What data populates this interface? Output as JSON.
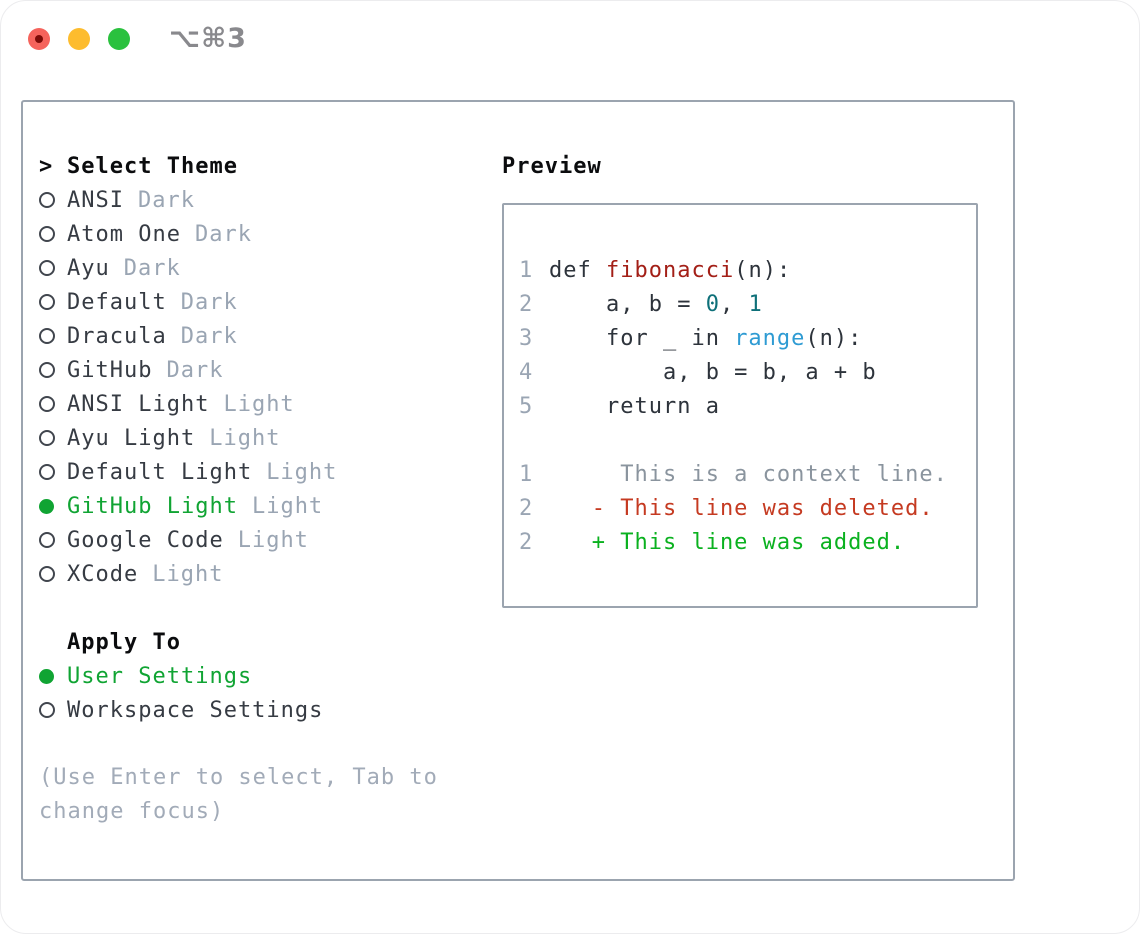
{
  "titlebar": {
    "shortcut_label": "⌥⌘3"
  },
  "theme_picker": {
    "title_prefix": ">",
    "title": "Select Theme",
    "themes": [
      {
        "name": "ANSI",
        "variant": "Dark",
        "selected": false
      },
      {
        "name": "Atom One",
        "variant": "Dark",
        "selected": false
      },
      {
        "name": "Ayu",
        "variant": "Dark",
        "selected": false
      },
      {
        "name": "Default",
        "variant": "Dark",
        "selected": false
      },
      {
        "name": "Dracula",
        "variant": "Dark",
        "selected": false
      },
      {
        "name": "GitHub",
        "variant": "Dark",
        "selected": false
      },
      {
        "name": "ANSI Light",
        "variant": "Light",
        "selected": false
      },
      {
        "name": "Ayu Light",
        "variant": "Light",
        "selected": false
      },
      {
        "name": "Default Light",
        "variant": "Light",
        "selected": false
      },
      {
        "name": "GitHub Light",
        "variant": "Light",
        "selected": true
      },
      {
        "name": "Google Code",
        "variant": "Light",
        "selected": false
      },
      {
        "name": "XCode",
        "variant": "Light",
        "selected": false
      }
    ],
    "apply_to": {
      "title": "Apply To",
      "options": [
        {
          "label": "User Settings",
          "selected": true
        },
        {
          "label": "Workspace Settings",
          "selected": false
        }
      ]
    },
    "hint_line1": "(Use Enter to select, Tab to",
    "hint_line2": "change focus)"
  },
  "preview": {
    "title": "Preview",
    "lines": [
      {
        "gutter": "1",
        "tokens": [
          {
            "text": "def ",
            "cls": "tok code"
          },
          {
            "text": "fibonacci",
            "cls": "tok func"
          },
          {
            "text": "(n):",
            "cls": "tok code"
          }
        ]
      },
      {
        "gutter": "2",
        "tokens": [
          {
            "text": "    a, b = ",
            "cls": "tok code"
          },
          {
            "text": "0",
            "cls": "tok num"
          },
          {
            "text": ", ",
            "cls": "tok code"
          },
          {
            "text": "1",
            "cls": "tok num"
          }
        ]
      },
      {
        "gutter": "3",
        "tokens": [
          {
            "text": "    for _ in ",
            "cls": "tok code"
          },
          {
            "text": "range",
            "cls": "tok builtin"
          },
          {
            "text": "(n):",
            "cls": "tok code"
          }
        ]
      },
      {
        "gutter": "4",
        "tokens": [
          {
            "text": "        a, b = b, a + b",
            "cls": "tok code"
          }
        ]
      },
      {
        "gutter": "5",
        "tokens": [
          {
            "text": "    return a",
            "cls": "tok code"
          }
        ]
      },
      {
        "gutter": "",
        "tokens": []
      },
      {
        "gutter": "1",
        "tokens": [
          {
            "text": "     This is a context line.",
            "cls": "tok ctx"
          }
        ]
      },
      {
        "gutter": "2",
        "tokens": [
          {
            "text": "   - This line was deleted.",
            "cls": "tok del"
          }
        ]
      },
      {
        "gutter": "2",
        "tokens": [
          {
            "text": "   + This line was added.",
            "cls": "tok add"
          }
        ]
      }
    ]
  },
  "colors": {
    "selection_green": "#10a433",
    "variant_gray": "#9aa5b3",
    "hint_gray": "#a2abb8",
    "border_gray": "#9ba4af",
    "code_default": "#2d333b",
    "function_red": "#a31f17",
    "number_teal": "#0e7079",
    "builtin_blue": "#2e9bd3",
    "context_gray": "#8a949e",
    "deleted_red": "#c53a21",
    "added_green": "#0ab11f",
    "traffic_red": "#f5635c",
    "traffic_yellow": "#fdbc2e",
    "traffic_green": "#2ac13e"
  }
}
